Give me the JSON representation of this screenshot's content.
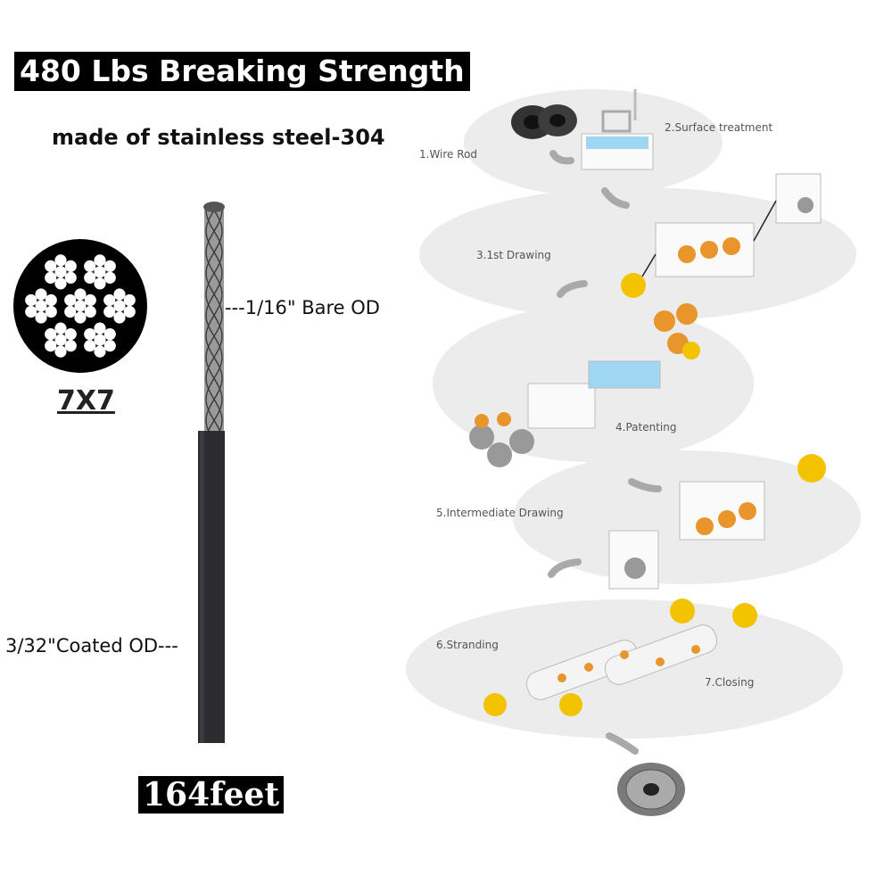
{
  "title": "480 Lbs Breaking Strength",
  "subtitle": "made of stainless steel-304",
  "cross_section": {
    "label": "7X7"
  },
  "cable": {
    "bare_label": "---1/16\" Bare OD",
    "coated_label": "3/32\"Coated OD---"
  },
  "length_label": "164feet",
  "process_steps": [
    "1.Wire Rod",
    "2.Surface treatment",
    "3.1st Drawing",
    "4.Patenting",
    "5.Intermediate Drawing",
    "6.Stranding",
    "7.Closing"
  ],
  "colors": {
    "spool_yellow": "#f3c300",
    "spool_orange": "#e8952b",
    "water": "#9fd6f2",
    "cable": "#2b2b30"
  }
}
